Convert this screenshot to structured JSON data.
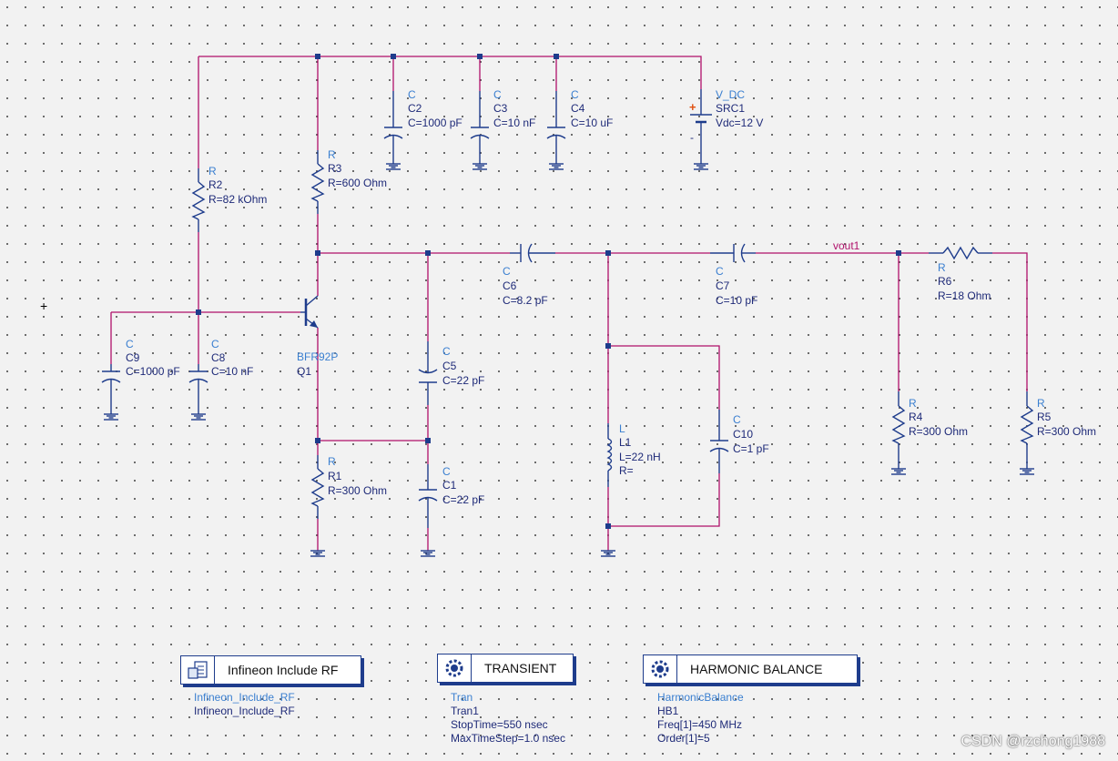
{
  "components": {
    "r2": {
      "cell": "R",
      "name": "R2",
      "value": "R=82 kOhm"
    },
    "r3": {
      "cell": "R",
      "name": "R3",
      "value": "R=600 Ohm"
    },
    "r1": {
      "cell": "R",
      "name": "R1",
      "value": "R=300 Ohm"
    },
    "r4": {
      "cell": "R",
      "name": "R4",
      "value": "R=300 Ohm"
    },
    "r5": {
      "cell": "R",
      "name": "R5",
      "value": "R=300 Ohm"
    },
    "r6": {
      "cell": "R",
      "name": "R6",
      "value": "R=18 Ohm"
    },
    "c2": {
      "cell": "C",
      "name": "C2",
      "value": "C=1000 pF"
    },
    "c3": {
      "cell": "C",
      "name": "C3",
      "value": "C=10 nF"
    },
    "c4": {
      "cell": "C",
      "name": "C4",
      "value": "C=10 uF"
    },
    "c9": {
      "cell": "C",
      "name": "C9",
      "value": "C=1000 pF"
    },
    "c8": {
      "cell": "C",
      "name": "C8",
      "value": "C=10 nF"
    },
    "c6": {
      "cell": "C",
      "name": "C6",
      "value": "C=8.2 pF"
    },
    "c7": {
      "cell": "C",
      "name": "C7",
      "value": "C=10 pF"
    },
    "c5": {
      "cell": "C",
      "name": "C5",
      "value": "C=22 pF"
    },
    "c1": {
      "cell": "C",
      "name": "C1",
      "value": "C=22 pF"
    },
    "c10": {
      "cell": "C",
      "name": "C10",
      "value": "C=1 pF"
    },
    "l1": {
      "cell": "L",
      "name": "L1",
      "value": "L=22 nH",
      "extra": "R="
    },
    "q1": {
      "cell": "BFR92P",
      "name": "Q1"
    },
    "src1": {
      "cell": "V_DC",
      "name": "SRC1",
      "value": "Vdc=12 V",
      "plus": "+",
      "minus": "-"
    }
  },
  "nets": {
    "vout": "vout1"
  },
  "controllers": {
    "include": {
      "title": "Infineon Include RF",
      "lines": [
        "Infineon_Include_RF",
        "Infineon_Include_RF"
      ]
    },
    "transient": {
      "title": "TRANSIENT",
      "lines": [
        "Tran",
        "Tran1",
        "StopTime=550 nsec",
        "MaxTimeStep=1.0 nsec"
      ]
    },
    "hb": {
      "title": "HARMONIC BALANCE",
      "lines": [
        "HarmonicBalance",
        "HB1",
        "Freq[1]=450 MHz",
        "Order[1]=5"
      ]
    }
  },
  "watermark": "CSDN @rzchong1988",
  "colors": {
    "wire": "#b0106a",
    "component": "#1e3c8c",
    "background": "#f2f2f2"
  }
}
